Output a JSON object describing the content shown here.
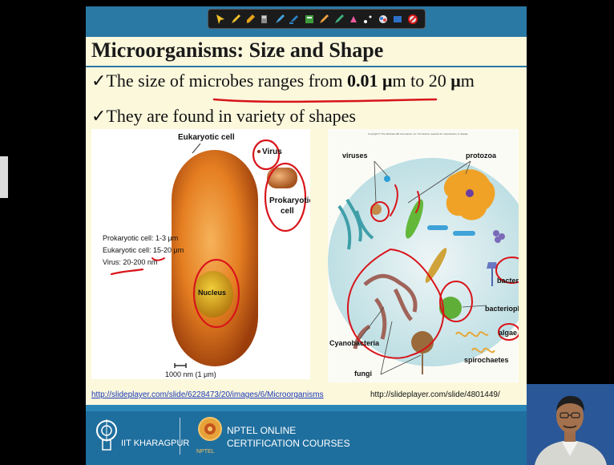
{
  "toolbar": {
    "tools": [
      "pointer-icon",
      "pen-icon",
      "highlighter-icon",
      "marker-icon",
      "select-icon",
      "insert-icon",
      "pencil-icon",
      "brush-icon",
      "eraser-icon",
      "laser-icon",
      "dots-icon",
      "color-icon",
      "shape-icon",
      "clear-icon"
    ]
  },
  "slide": {
    "title": "Microorganisms: Size and Shape",
    "bullet1": {
      "check": "✓",
      "prefix": "The size of microbes ranges from ",
      "value_low": "0.01 μ",
      "unit_low": "m to 20 ",
      "value_high": "μ",
      "unit_high": "m"
    },
    "bullet2": {
      "check": "✓",
      "text": "They are found in variety of shapes"
    }
  },
  "left_figure": {
    "eukaryotic_label": "Eukaryotic cell",
    "virus_label": "Virus",
    "prokaryotic_label_1": "Prokaryotic",
    "prokaryotic_label_2": "cell",
    "size_line_1": "Prokaryotic cell: 1-3 μm",
    "size_line_2": "Eukaryotic cell: 15-20 μm",
    "size_line_3": "Virus: 20-200 nm",
    "nucleus_label": "Nucleus",
    "scale_label": "1000 nm (1 μm)",
    "source_link": "http://slideplayer.com/slide/6228473/20/images/6/Microorganisms"
  },
  "right_figure": {
    "copyright": "Copyright © The McGraw-Hill Companies, Inc. Permission required for reproduction or display.",
    "viruses": "viruses",
    "protozoa": "protozoa",
    "bacteria": "bacteria",
    "bacteriophage": "bacteriophage",
    "algae": "algae",
    "spirochaetes": "spirochaetes",
    "cyanobacteria": "Cyanobacteria",
    "fungi": "fungi",
    "source_link": "http://slideplayer.com/slide/4801449/"
  },
  "footer": {
    "institute": "IIT KHARAGPUR",
    "nptel_line_1": "NPTEL ONLINE",
    "nptel_line_2": "CERTIFICATION COURSES",
    "nptel_small": "NPTEL"
  },
  "colors": {
    "slide_bg": "#fbf8dc",
    "header_blue": "#2a78a4",
    "footer_blue": "#1f6f9e",
    "annotation_red": "#d8141a",
    "link_blue": "#1a37b8"
  }
}
